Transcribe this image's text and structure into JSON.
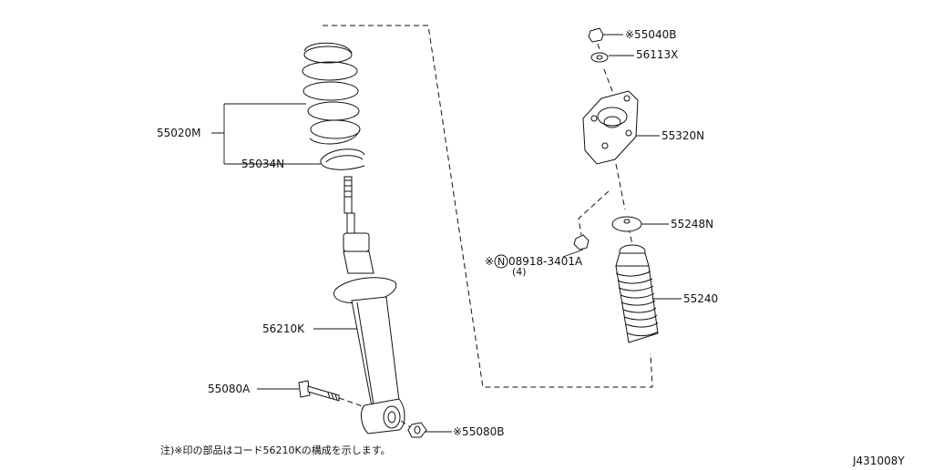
{
  "diagram": {
    "code": "J431008Y",
    "note": "注)※印の部品はコード56210Kの構成を示します。",
    "parts": {
      "spring_assy": "55020M",
      "spring_seat": "55034N",
      "shock_absorber": "56210K",
      "bolt": "55080A",
      "nut_lower": "※55080B",
      "nut_top": "※55040B",
      "washer_top": "56113X",
      "mount": "55320N",
      "nut_flange_label": "※",
      "nut_flange_circle": "N",
      "nut_flange": "08918-3401A",
      "nut_flange_qty": "(4)",
      "bound_bumper_seat": "55248N",
      "bound_bumper": "55240"
    }
  }
}
